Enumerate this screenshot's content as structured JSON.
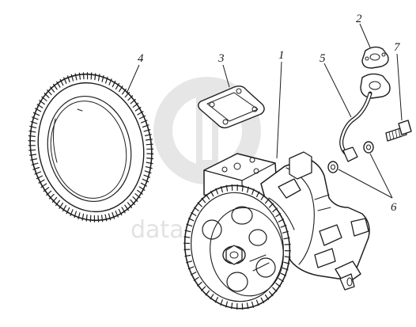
{
  "diagram": {
    "callouts": [
      {
        "id": "label-1",
        "text": "1",
        "part": "oil pump assembly"
      },
      {
        "id": "label-2",
        "text": "2",
        "part": "gasket"
      },
      {
        "id": "label-3",
        "text": "3",
        "part": "gasket"
      },
      {
        "id": "label-4",
        "text": "4",
        "part": "gear ring"
      },
      {
        "id": "label-5",
        "text": "5",
        "part": "oil tube"
      },
      {
        "id": "label-6",
        "text": "6",
        "part": "washers"
      },
      {
        "id": "label-7",
        "text": "7",
        "part": "bolt"
      }
    ],
    "watermark": {
      "text": "data parts",
      "logo_icon": "datapartss-logo-icon"
    },
    "colors": {
      "ink": "#1e1e1e",
      "background": "#ffffff",
      "watermark": "#e2e2e2"
    }
  }
}
